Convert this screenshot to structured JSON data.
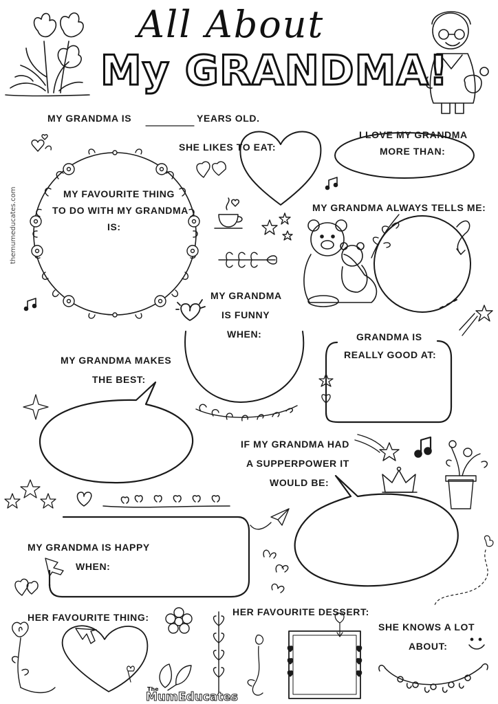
{
  "header": {
    "title_script": "All About",
    "title_main": "My GRANDMA!"
  },
  "side_credit": "themumeducates.com",
  "prompts": {
    "years_old_a": "MY GRANDMA IS",
    "years_old_b": "YEARS OLD.",
    "likes_to_eat": "SHE LIKES TO EAT:",
    "love_more_1": "I LOVE MY GRANDMA",
    "love_more_2": "MORE THAN:",
    "fav_thing_1": "MY FAVOURITE THING",
    "fav_thing_2": "TO DO WITH MY GRANDMA",
    "fav_thing_3": "IS:",
    "always_tells": "MY GRANDMA ALWAYS TELLS ME:",
    "funny_1": "MY GRANDMA",
    "funny_2": "IS FUNNY",
    "funny_3": "WHEN:",
    "good_at_1": "GRANDMA IS",
    "good_at_2": "REALLY GOOD AT:",
    "makes_1": "MY GRANDMA MAKES",
    "makes_2": "THE BEST:",
    "superpower_1": "IF MY GRANDMA HAD",
    "superpower_2": "A SUPPERPOWER IT",
    "superpower_3": "WOULD BE:",
    "happy_1": "MY GRANDMA IS HAPPY",
    "happy_2": "WHEN:",
    "her_fav_thing": "HER FAVOURITE THING:",
    "her_fav_dessert": "HER FAVOURITE DESSERT:",
    "knows_lot_1": "SHE KNOWS A LOT",
    "knows_lot_2": "ABOUT:"
  },
  "footer_brand": {
    "the": "The",
    "name": "MumEducates"
  },
  "icons": [
    "tulip-bouquet-icon",
    "grandma-illustration-icon",
    "heart-icon",
    "wreath-icon",
    "teacup-icon",
    "stars-icon",
    "bears-illustration-icon",
    "music-note-icon",
    "shooting-star-icon",
    "crown-icon",
    "flower-pot-icon",
    "paper-plane-icon",
    "flower-icon",
    "rose-icon",
    "leaf-icon",
    "frame-icon",
    "smiley-icon"
  ]
}
